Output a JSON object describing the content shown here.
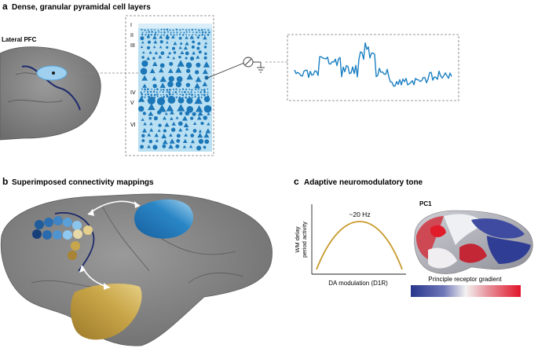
{
  "panel_a": {
    "letter": "a",
    "title": "Dense, granular pyramidal cell layers",
    "region_label": "Lateral PFC",
    "layers": [
      "I",
      "II",
      "III",
      "IV",
      "V",
      "VI"
    ]
  },
  "panel_b": {
    "letter": "b",
    "title": "Superimposed connectivity mappings"
  },
  "panel_c": {
    "letter": "c",
    "title": "Adaptive neuromodulatory tone",
    "peak_label": "~20 Hz",
    "ylabel_line1": "WM delay",
    "ylabel_line2": "period activity",
    "xlabel": "DA modulation (D1R)",
    "brain_label": "PC1",
    "gradient_label": "Principle receptor gradient"
  },
  "colors": {
    "cortex_fill": "#b9dff2",
    "cell_blue": "#1c77b8",
    "trace_blue": "#1a7fc1",
    "curve_gold": "#c89a2c",
    "gradient_low": "#2b3a8f",
    "gradient_high": "#e01b2d"
  }
}
